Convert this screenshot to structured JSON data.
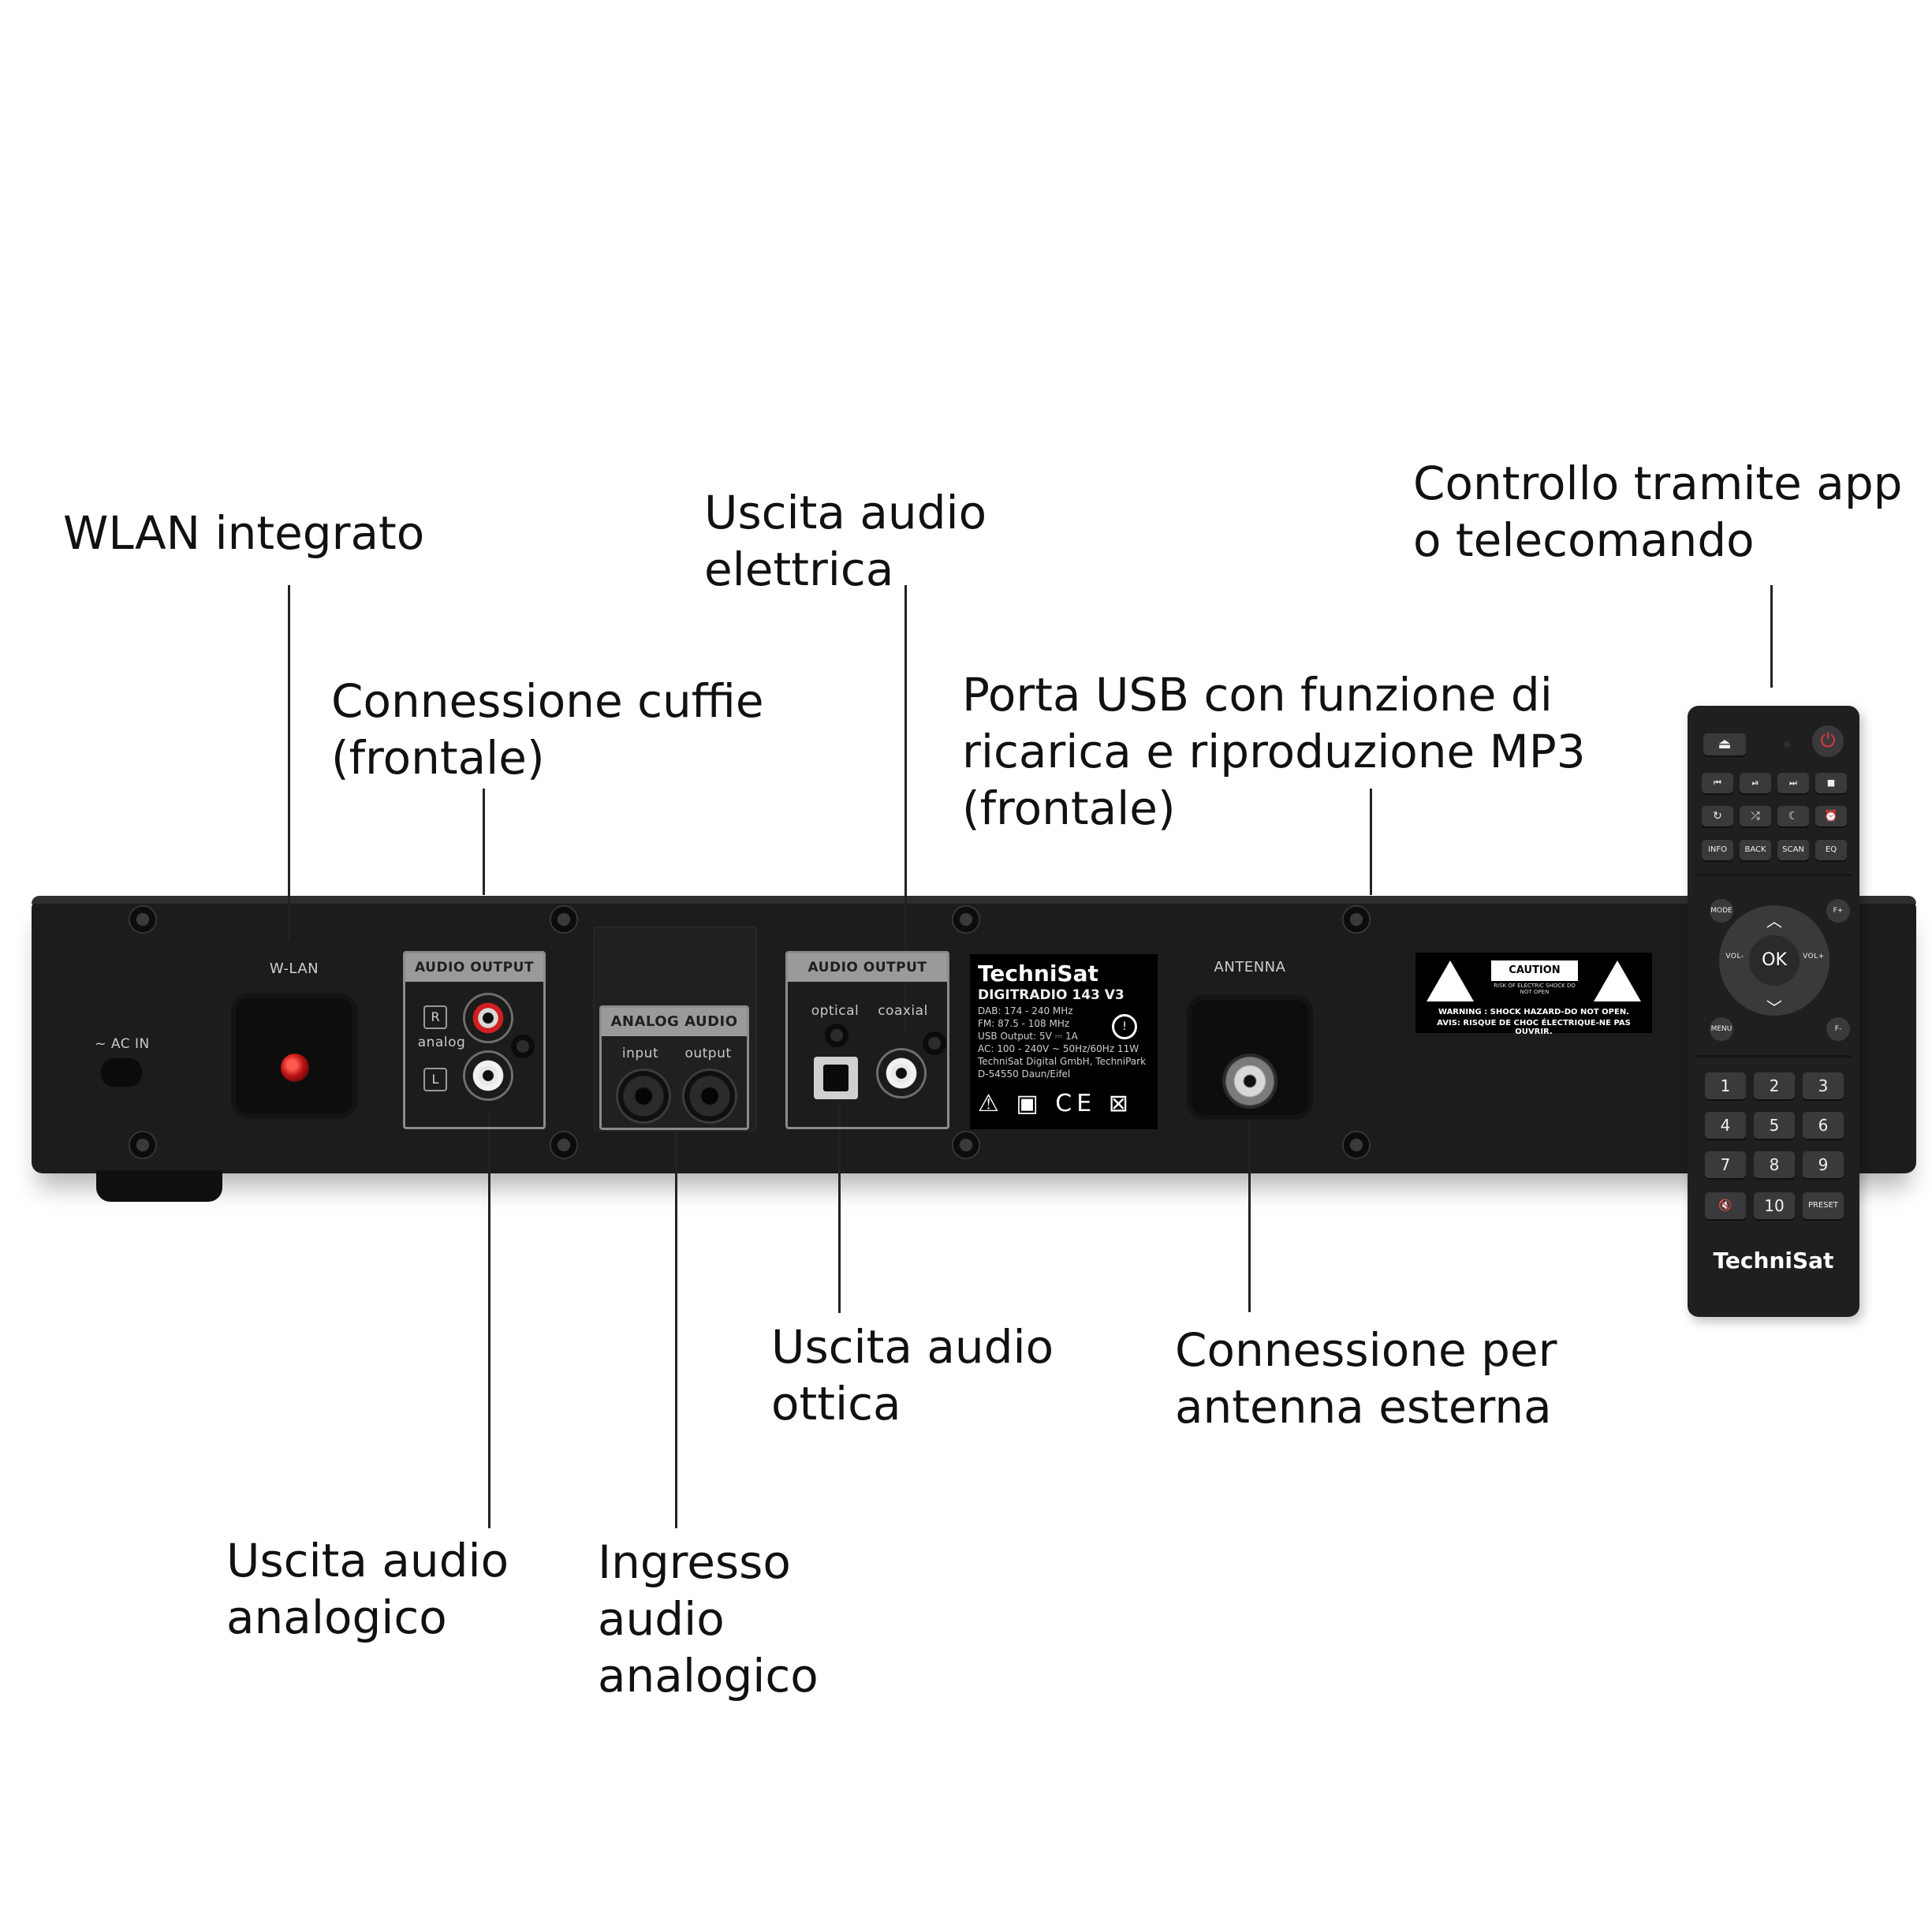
{
  "callouts": {
    "wlan": [
      "WLAN integrato"
    ],
    "headphones": [
      "Connessione cuffie",
      "(frontale)"
    ],
    "electric_out": [
      "Uscita audio",
      "elettrica"
    ],
    "usb": [
      "Porta USB con funzione di",
      "ricarica e riproduzione MP3",
      "(frontale)"
    ],
    "remote": [
      "Controllo tramite app",
      "o telecomando"
    ],
    "analog_out": [
      "Uscita audio",
      "analogico"
    ],
    "analog_in": [
      "Ingresso",
      "audio",
      "analogico"
    ],
    "optical_out": [
      "Uscita audio",
      "ottica"
    ],
    "antenna": [
      "Connessione per",
      "antenna esterna"
    ]
  },
  "device": {
    "ac_in": "~ AC IN",
    "wlan_label": "W-LAN",
    "audio_output_1": "AUDIO OUTPUT",
    "r": "R",
    "l": "L",
    "analog": "analog",
    "analog_audio": "ANALOG AUDIO",
    "input": "input",
    "output": "output",
    "audio_output_2": "AUDIO OUTPUT",
    "optical": "optical",
    "coaxial": "coaxial",
    "antenna_label": "ANTENNA",
    "spec": {
      "brand": "TechniSat",
      "model": "DIGITRADIO 143 V3",
      "lines": [
        "DAB: 174 - 240 MHz",
        "FM: 87.5 - 108 MHz",
        "USB Output: 5V ⎓ 1A",
        "AC: 100 - 240V ~ 50Hz/60Hz 11W",
        "TechniSat Digital GmbH, TechniPark",
        "D-54550 Daun/Eifel"
      ],
      "marks": "⚠ ▣ CE ⊠"
    },
    "warning": {
      "caution": "CAUTION",
      "caution_sub": "RISK OF ELECTRIC SHOCK DO NOT OPEN",
      "line1": "WARNING : SHOCK HAZARD-DO NOT OPEN.",
      "line2": "AVIS: RISQUE DE CHOC ÉLECTRIQUE-NE PAS OUVRIR."
    }
  },
  "remote": {
    "eject": "⏏",
    "power": "⏻",
    "row1": [
      "⏮",
      "⏯",
      "⏭",
      "■"
    ],
    "row2": [
      "↻",
      "⤮",
      "☾",
      "⏰"
    ],
    "row3": [
      "INFO",
      "BACK",
      "SCAN",
      "EQ"
    ],
    "mode": "MODE",
    "f_plus": "F+",
    "vol_minus": "VOL-",
    "vol_plus": "VOL+",
    "ok": "OK",
    "menu": "MENU",
    "f_minus": "F-",
    "numbers": [
      "1",
      "2",
      "3",
      "4",
      "5",
      "6",
      "7",
      "8",
      "9"
    ],
    "mute": "🔇",
    "ten": "10",
    "preset": "PRESET",
    "brand": "TechniSat"
  }
}
